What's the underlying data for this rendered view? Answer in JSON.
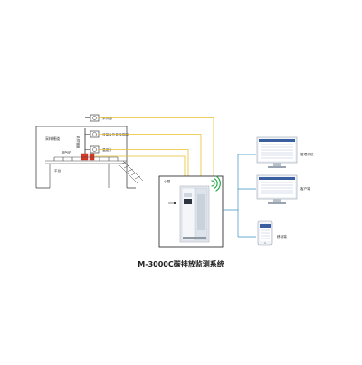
{
  "diagram": {
    "title": "M-3000C碳排放监测系统",
    "plant": {
      "area_label": "采样栅道",
      "side_label": "采样管道",
      "instrument_labels": [
        "采样器",
        "流量及压差传感器",
        "温度计"
      ],
      "furnace_label": "烟气炉",
      "platform_label": "平台"
    },
    "cabinet": {
      "label": "小屋"
    },
    "terminals": [
      {
        "label": "管理系统",
        "type": "desktop"
      },
      {
        "label": "客户端",
        "type": "desktop"
      },
      {
        "label": "移动端",
        "type": "mobile"
      }
    ],
    "colors": {
      "line": "#444444",
      "signal_line": "#e8c030",
      "network_line": "#3a8fc0",
      "furnace": "#d83a2a",
      "wifi": "#2aa84a",
      "screen": "#3a5fa0"
    }
  }
}
